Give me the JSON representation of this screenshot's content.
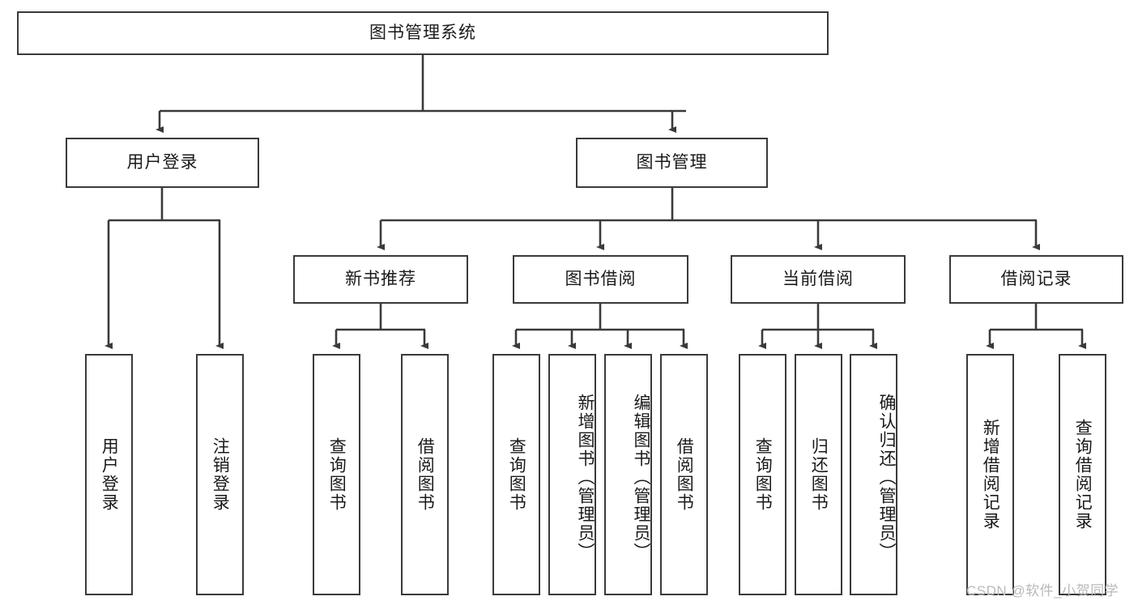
{
  "diagram": {
    "title": "图书管理系统",
    "type": "hierarchy-tree",
    "watermark": "CSDN @软件_小贺同学",
    "colors": {
      "box_border": "#3a3a3a",
      "box_fill": "#ffffff",
      "edge": "#3a3a3a",
      "text": "#1a1a1a",
      "watermark": "#b9b9b9"
    },
    "levels": [
      {
        "level": 1,
        "nodes": [
          {
            "id": "root",
            "label": "图书管理系统",
            "orientation": "horizontal"
          }
        ]
      },
      {
        "level": 2,
        "nodes": [
          {
            "id": "user-login",
            "label": "用户登录",
            "orientation": "horizontal",
            "parent": "root"
          },
          {
            "id": "book-manage",
            "label": "图书管理",
            "orientation": "horizontal",
            "parent": "root"
          }
        ]
      },
      {
        "level": 3,
        "nodes": [
          {
            "id": "new-book-rec",
            "label": "新书推荐",
            "orientation": "horizontal",
            "parent": "book-manage"
          },
          {
            "id": "book-borrow",
            "label": "图书借阅",
            "orientation": "horizontal",
            "parent": "book-manage"
          },
          {
            "id": "current-borrow",
            "label": "当前借阅",
            "orientation": "horizontal",
            "parent": "book-manage"
          },
          {
            "id": "borrow-record",
            "label": "借阅记录",
            "orientation": "horizontal",
            "parent": "book-manage"
          }
        ]
      },
      {
        "level": 4,
        "nodes": [
          {
            "id": "leaf-user-login",
            "label": "用户登录",
            "orientation": "vertical",
            "parent": "user-login"
          },
          {
            "id": "leaf-logout-login",
            "label": "注销登录",
            "orientation": "vertical",
            "parent": "user-login"
          },
          {
            "id": "leaf-query-book-1",
            "label": "查询图书",
            "orientation": "vertical",
            "parent": "new-book-rec"
          },
          {
            "id": "leaf-borrow-book-1",
            "label": "借阅图书",
            "orientation": "vertical",
            "parent": "new-book-rec"
          },
          {
            "id": "leaf-query-book-2",
            "label": "查询图书",
            "orientation": "vertical",
            "parent": "book-borrow"
          },
          {
            "id": "leaf-add-book",
            "label": "新增图书（管理员）",
            "orientation": "vertical",
            "parent": "book-borrow"
          },
          {
            "id": "leaf-edit-book",
            "label": "编辑图书（管理员）",
            "orientation": "vertical",
            "parent": "book-borrow"
          },
          {
            "id": "leaf-borrow-book-2",
            "label": "借阅图书",
            "orientation": "vertical",
            "parent": "book-borrow"
          },
          {
            "id": "leaf-query-book-3",
            "label": "查询图书",
            "orientation": "vertical",
            "parent": "current-borrow"
          },
          {
            "id": "leaf-return-book",
            "label": "归还图书",
            "orientation": "vertical",
            "parent": "current-borrow"
          },
          {
            "id": "leaf-confirm-return",
            "label": "确认归还（管理员）",
            "orientation": "vertical",
            "parent": "current-borrow"
          },
          {
            "id": "leaf-add-record",
            "label": "新增借阅记录",
            "orientation": "vertical",
            "parent": "borrow-record"
          },
          {
            "id": "leaf-query-record",
            "label": "查询借阅记录",
            "orientation": "vertical",
            "parent": "borrow-record"
          }
        ]
      }
    ]
  }
}
